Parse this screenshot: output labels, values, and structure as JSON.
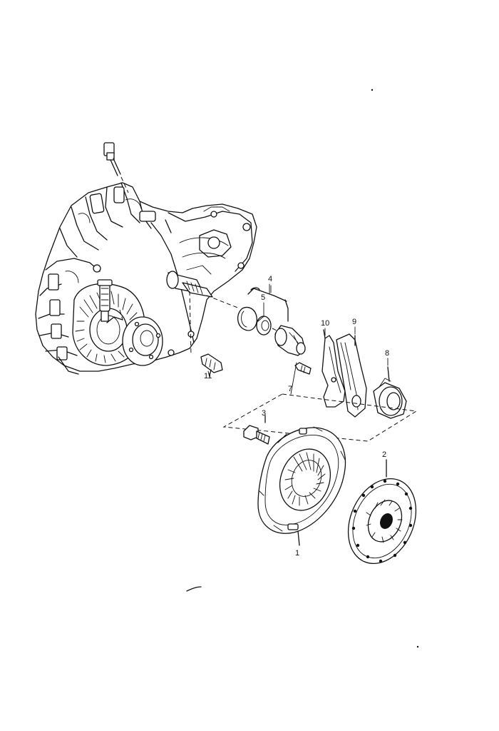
{
  "callouts": {
    "c1": "1",
    "c2": "2",
    "c3": "3",
    "c4": "4",
    "c5": "5",
    "c7": "7",
    "c8": "8",
    "c9": "9",
    "c10": "10",
    "c11": "11"
  }
}
